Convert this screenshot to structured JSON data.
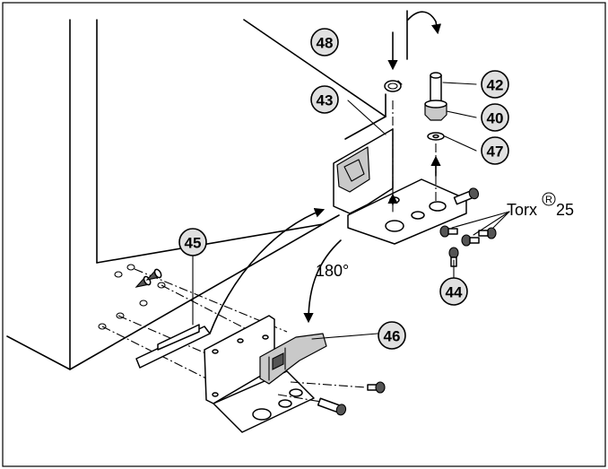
{
  "callouts": {
    "c40": "40",
    "c42": "42",
    "c43": "43",
    "c44": "44",
    "c45": "45",
    "c46": "46",
    "c47": "47",
    "c48": "48"
  },
  "labels": {
    "rotation": "180°",
    "torx_prefix": "Torx",
    "torx_mark": "R",
    "torx_size": "25"
  }
}
